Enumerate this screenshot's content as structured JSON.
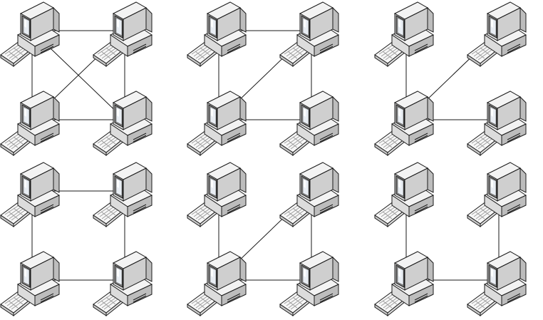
{
  "colors": {
    "line": "#1a1a1a",
    "outline": "#1a1a1a",
    "case_light": "#f3f3f3",
    "case_mid": "#dcdcdc",
    "case_dark": "#bdbdbd",
    "screen_bezel": "#8c8c8c",
    "screen_glass": "#e9eef4",
    "screen_shine": "#ffffff",
    "key": "#f7f7f7"
  },
  "computer_icon": "desktop-computer-icon",
  "topologies": [
    {
      "id": "t1",
      "links": [
        [
          0,
          1
        ],
        [
          0,
          2
        ],
        [
          1,
          3
        ],
        [
          2,
          3
        ],
        [
          0,
          3
        ],
        [
          1,
          2
        ]
      ]
    },
    {
      "id": "t2",
      "links": [
        [
          0,
          1
        ],
        [
          0,
          2
        ],
        [
          1,
          3
        ],
        [
          2,
          3
        ],
        [
          1,
          2
        ]
      ]
    },
    {
      "id": "t3",
      "links": [
        [
          0,
          2
        ],
        [
          1,
          2
        ],
        [
          2,
          3
        ]
      ]
    },
    {
      "id": "t4",
      "links": [
        [
          0,
          1
        ],
        [
          0,
          2
        ],
        [
          1,
          3
        ],
        [
          2,
          3
        ]
      ]
    },
    {
      "id": "t5",
      "links": [
        [
          0,
          2
        ],
        [
          1,
          3
        ],
        [
          2,
          3
        ],
        [
          1,
          2
        ]
      ]
    },
    {
      "id": "t6",
      "links": [
        [
          0,
          2
        ],
        [
          1,
          3
        ],
        [
          2,
          3
        ]
      ]
    }
  ]
}
